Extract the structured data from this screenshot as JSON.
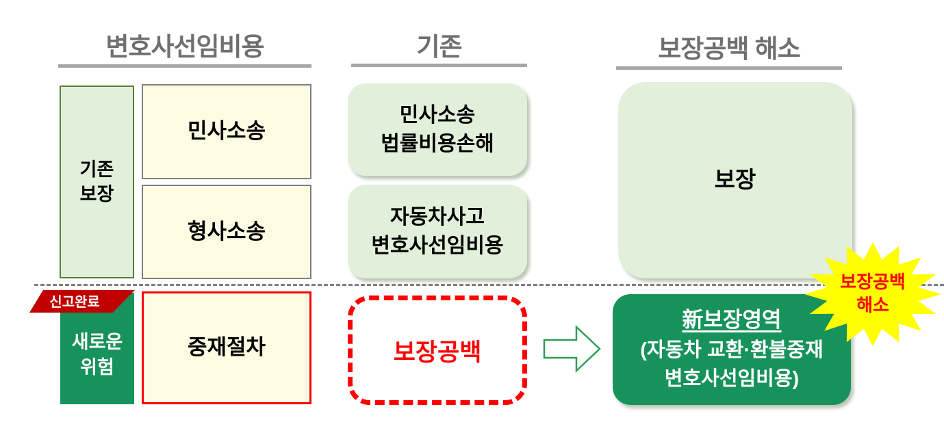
{
  "headers": {
    "col1": "변호사선임비용",
    "col2": "기존",
    "col3": "보장공백 해소"
  },
  "left_panel": {
    "existing_coverage_label": "기존\n보장",
    "civil_suit": "민사소송",
    "criminal_suit": "형사소송",
    "ribbon_label": "신고완료",
    "new_risk_label": "새로운\n위험",
    "arbitration": "중재절차"
  },
  "middle_panel": {
    "civil_legal_cost_box": "민사소송\n법률비용손해",
    "auto_accident_attorney_box": "자동차사고\n변호사선임비용",
    "coverage_gap_box": "보장공백"
  },
  "right_panel": {
    "coverage_box": "보장",
    "new_area_title": "新보장영역",
    "new_area_line2": "(자동차 교환·환불중재",
    "new_area_line3": "변호사선임비용)",
    "starburst_label": "보장공백\n해소"
  },
  "colors": {
    "light_green": "#E2EFDA",
    "green_border": "#538135",
    "cream": "#FDFCE3",
    "gray_border": "#808080",
    "header_gray": "#6F6F6F",
    "underline_gray": "#A6A6A6",
    "dark_green": "#17925B",
    "ribbon_red": "#C00000",
    "accent_red": "#FF0000",
    "starburst_yellow": "#FFFF00",
    "arrow_green": "#2E9C55"
  }
}
